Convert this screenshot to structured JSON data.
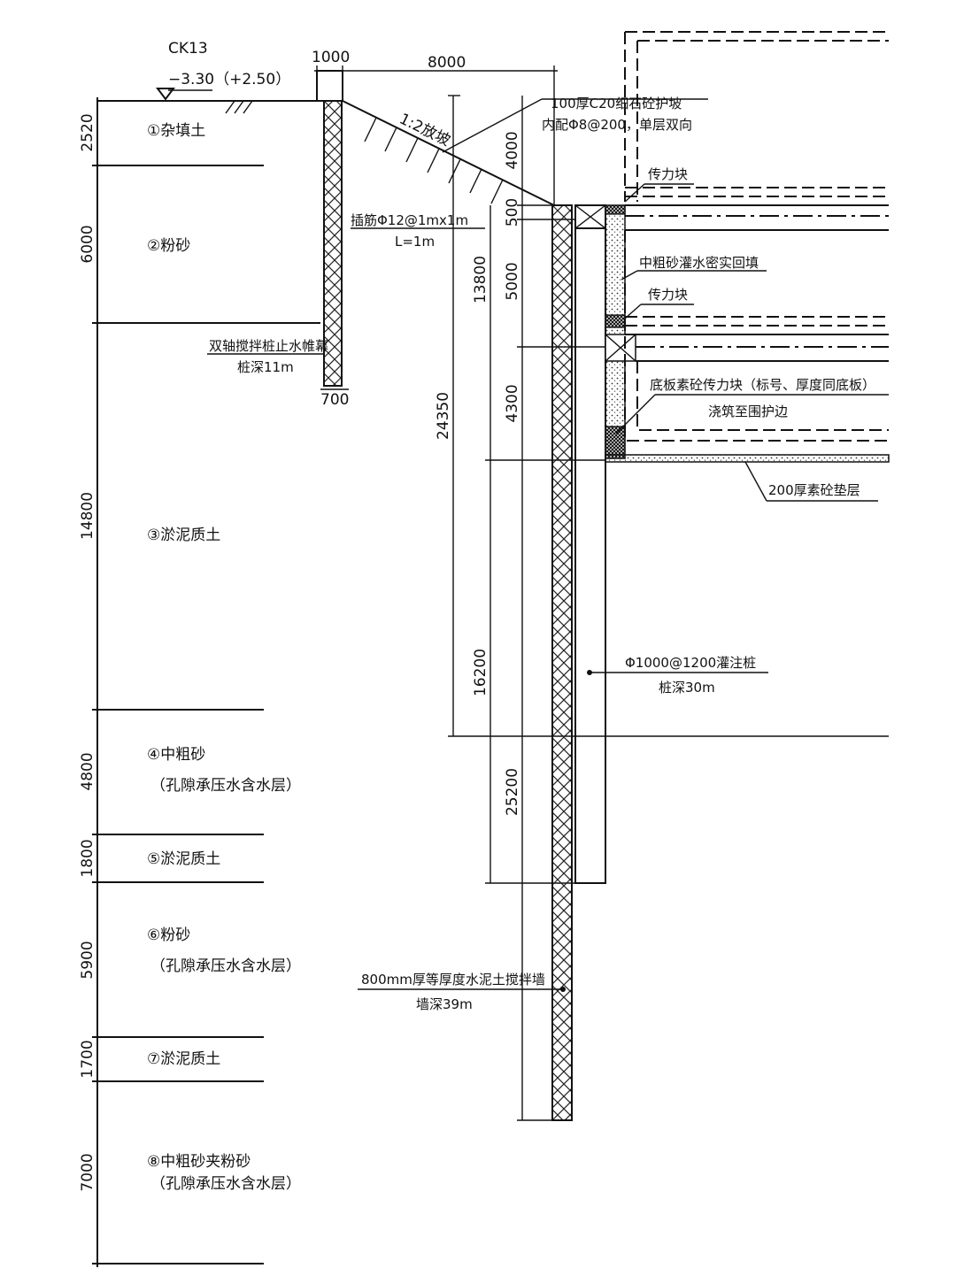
{
  "borehole": {
    "id": "CK13",
    "elevation": "−3.30（+2.50）"
  },
  "strata": [
    {
      "thickness": "2520",
      "name": "①杂填土",
      "note": ""
    },
    {
      "thickness": "6000",
      "name": "②粉砂",
      "note": ""
    },
    {
      "thickness": "14800",
      "name": "③淤泥质土",
      "note": ""
    },
    {
      "thickness": "4800",
      "name": "④中粗砂",
      "note": "（孔隙承压水含水层）"
    },
    {
      "thickness": "1800",
      "name": "⑤淤泥质土",
      "note": ""
    },
    {
      "thickness": "5900",
      "name": "⑥粉砂",
      "note": "（孔隙承压水含水层）"
    },
    {
      "thickness": "1700",
      "name": "⑦淤泥质土",
      "note": ""
    },
    {
      "thickness": "7000",
      "name": "⑧中粗砂夹粉砂",
      "note": "（孔隙承压水含水层）"
    }
  ],
  "dims": {
    "top_left_width": "1000",
    "slope_width": "8000",
    "curtain_width": "700",
    "slope_height": "4000",
    "cap_height": "500",
    "excavation_depth": "13800",
    "story_height": "5000",
    "base_height": "4300",
    "embed_depth": "16200",
    "total_depth": "24350",
    "wall_embed": "25200"
  },
  "labels": {
    "slope_ratio": "1:2放坡",
    "slope_protect": "100厚C20细石砼护坡",
    "slope_rebar": "内配Φ8@200，单层双向",
    "dowel": "插筋Φ12@1mx1m",
    "dowel_len": "L=1m",
    "curtain": "双轴搅拌桩止水帷幕",
    "curtain_depth": "桩深11m",
    "strut_top": "传力块",
    "backfill": "中粗砂灌水密实回填",
    "strut_mid": "传力块",
    "base_strut": "底板素砼传力块（标号、厚度同底板）",
    "base_strut_2": "浇筑至围护边",
    "cushion": "200厚素砼垫层",
    "pile": "Φ1000@1200灌注桩",
    "pile_depth": "桩深30m",
    "wall": "800mm厚等厚度水泥土搅拌墙",
    "wall_depth": "墙深39m"
  }
}
